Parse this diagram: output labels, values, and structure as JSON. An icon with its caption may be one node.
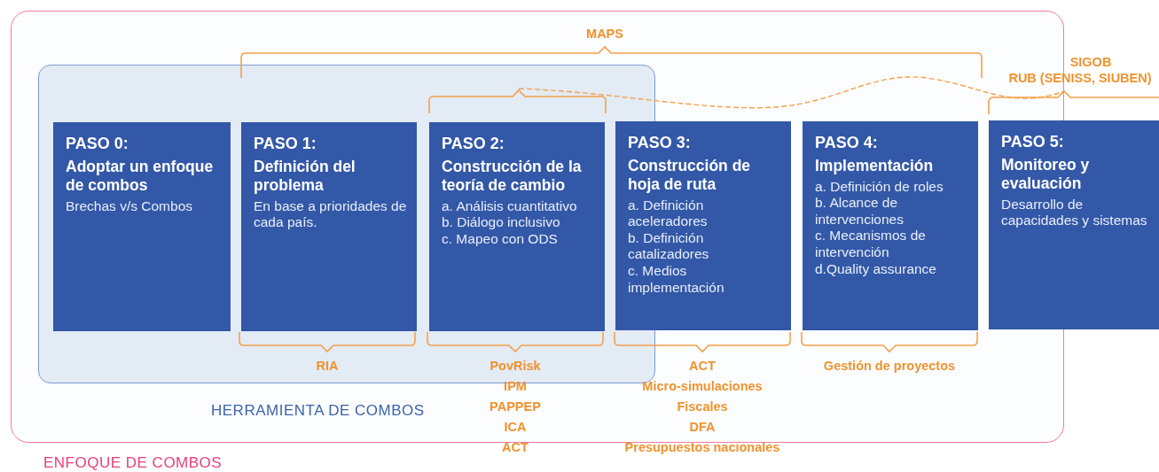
{
  "diagram": {
    "nodes": [
      {
        "text": [
          "ENFOQUE DE COMBOS"
        ]
      },
      {
        "text": [
          "HERRAMIENTA DE COMBOS"
        ],
        "in": 0
      },
      {
        "text": [
          "PASO 0:",
          "Adoptar un enfoque de combos",
          "Brechas v/s Combos"
        ],
        "in": 1
      },
      {
        "text": [
          "PASO 1:",
          "Definición del problema",
          "En base a prioridades de cada país."
        ],
        "in": 1
      },
      {
        "text": [
          "PASO 2:",
          "Construcción de la teoría de cambio",
          "a. Análisis cuantitativo",
          "b. Diálogo inclusivo",
          "c. Mapeo con ODS"
        ],
        "in": 1
      },
      {
        "text": [
          "PASO 3:",
          "Construcción de hoja de ruta",
          "a. Definición aceleradores",
          "b. Definición catalizadores",
          "c. Medios implementación"
        ],
        "in": 0
      },
      {
        "text": [
          "PASO 4:",
          "Implementación",
          "a. Definición de roles",
          "b. Alcance de intervenciones",
          "c. Mecanismos de intervención",
          "d.Quality assurance"
        ],
        "in": 0
      },
      {
        "text": [
          "PASO 5:",
          "Monitoreo y evaluación",
          "Desarrollo de capacidades y sistemas"
        ]
      },
      {
        "text": [],
        "shape": "bracket",
        "in": 1
      },
      {
        "text": [],
        "shape": "bracket"
      }
    ],
    "edges": [
      {
        "from": 8,
        "to": 9,
        "arrow": "none",
        "style": "dashed"
      }
    ],
    "labels": [
      "MAPS",
      "SIGOB",
      "RUB (SENISS, SIUBEN)",
      "RIA",
      "PovRisk",
      "IPM",
      "PAPPEP",
      "ICA",
      "ACT",
      "ACT",
      "Micro-simulaciones",
      "Fiscales",
      "DFA",
      "Presupuestos nacionales",
      "Gestión de proyectos"
    ]
  }
}
